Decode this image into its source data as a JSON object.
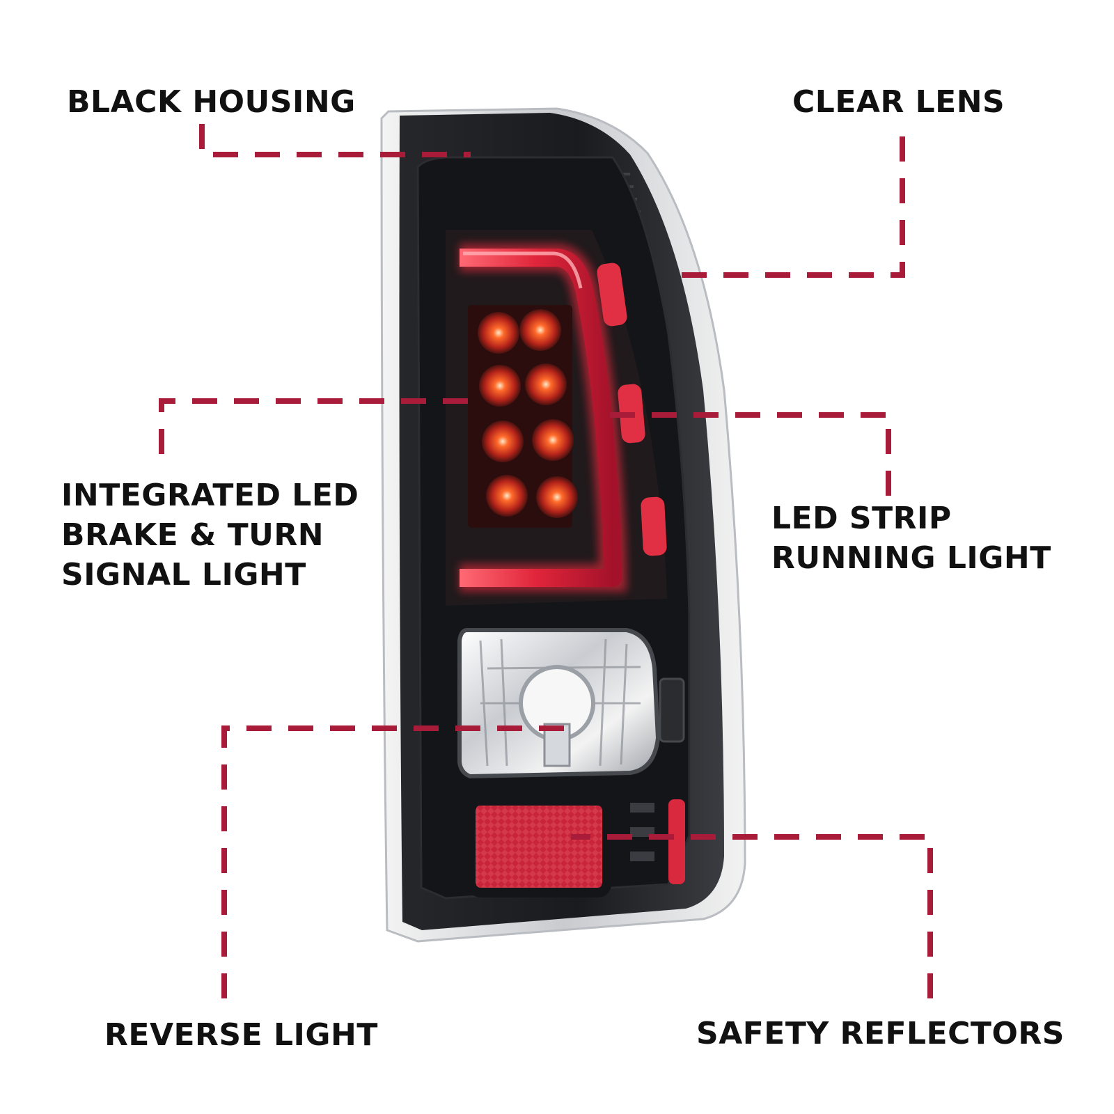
{
  "colors": {
    "callout_line": "#a81c3a",
    "housing": "#1d1e21",
    "led_red": "#e8283a",
    "reflector_red": "#c8253a"
  },
  "labels": {
    "black_housing": "BLACK HOUSING",
    "clear_lens": "CLEAR LENS",
    "integrated_led": [
      "INTEGRATED LED",
      "BRAKE & TURN",
      "SIGNAL LIGHT"
    ],
    "led_strip": [
      "LED STRIP",
      "RUNNING LIGHT"
    ],
    "reverse_light": "REVERSE LIGHT",
    "safety_reflectors": "SAFETY REFLECTORS"
  }
}
